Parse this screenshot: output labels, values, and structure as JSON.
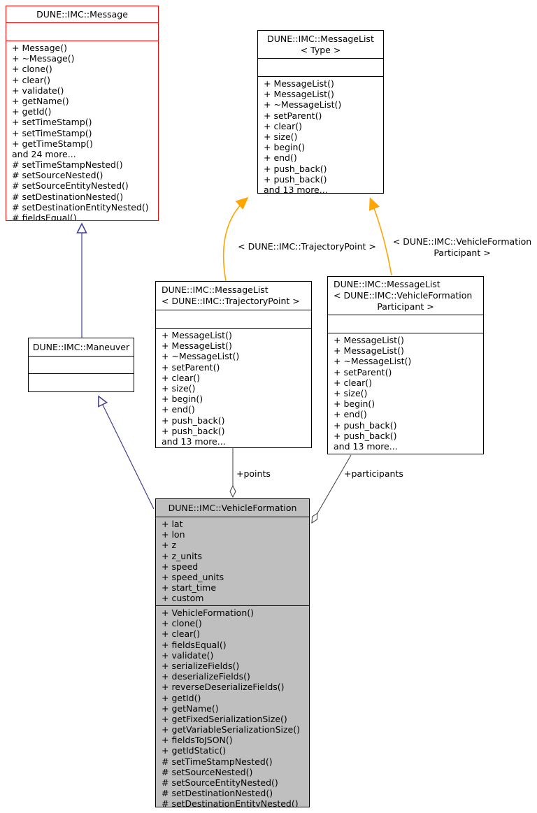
{
  "diagram": {
    "colors": {
      "inherit_edge": "#3f3f8f",
      "template_edge": "#ffa500",
      "aggregate_edge": "#3c3c3c",
      "node_border": "#000000",
      "highlight_node_border": "#ff0000",
      "node_fill": "#ffffff",
      "highlight_node_fill": "#bfbfbf"
    },
    "classes": {
      "message": {
        "title_lines": [
          "DUNE::IMC::Message"
        ],
        "attributes": [],
        "methods": [
          "+ Message()",
          "+ ~Message()",
          "+ clone()",
          "+ clear()",
          "+ validate()",
          "+ getName()",
          "+ getId()",
          "+ setTimeStamp()",
          "+ setTimeStamp()",
          "+ getTimeStamp()",
          "and 24 more...",
          "# setTimeStampNested()",
          "# setSourceNested()",
          "# setSourceEntityNested()",
          "# setDestinationNested()",
          "# setDestinationEntityNested()",
          "# fieldsEqual()"
        ]
      },
      "messagelist_type": {
        "title_lines": [
          "DUNE::IMC::MessageList",
          "< Type >"
        ],
        "attributes": [],
        "methods": [
          "+ MessageList()",
          "+ MessageList()",
          "+ ~MessageList()",
          "+ setParent()",
          "+ clear()",
          "+ size()",
          "+ begin()",
          "+ end()",
          "+ push_back()",
          "+ push_back()",
          "and 13 more..."
        ]
      },
      "messagelist_trajectorypoint": {
        "title_lines": [
          "DUNE::IMC::MessageList",
          "< DUNE::IMC::TrajectoryPoint >"
        ],
        "attributes": [],
        "methods": [
          "+ MessageList()",
          "+ MessageList()",
          "+ ~MessageList()",
          "+ setParent()",
          "+ clear()",
          "+ size()",
          "+ begin()",
          "+ end()",
          "+ push_back()",
          "+ push_back()",
          "and 13 more..."
        ]
      },
      "messagelist_vehicleformationparticipant": {
        "title_lines": [
          "DUNE::IMC::MessageList",
          "< DUNE::IMC::VehicleFormation",
          "Participant >"
        ],
        "attributes": [],
        "methods": [
          "+ MessageList()",
          "+ MessageList()",
          "+ ~MessageList()",
          "+ setParent()",
          "+ clear()",
          "+ size()",
          "+ begin()",
          "+ end()",
          "+ push_back()",
          "+ push_back()",
          "and 13 more..."
        ]
      },
      "maneuver": {
        "title_lines": [
          "DUNE::IMC::Maneuver"
        ],
        "attributes": [],
        "methods": []
      },
      "vehicleformation": {
        "title_lines": [
          "DUNE::IMC::VehicleFormation"
        ],
        "attributes": [
          "+ lat",
          "+ lon",
          "+ z",
          "+ z_units",
          "+ speed",
          "+ speed_units",
          "+ start_time",
          "+ custom"
        ],
        "methods": [
          "+ VehicleFormation()",
          "+ clone()",
          "+ clear()",
          "+ fieldsEqual()",
          "+ validate()",
          "+ serializeFields()",
          "+ deserializeFields()",
          "+ reverseDeserializeFields()",
          "+ getId()",
          "+ getName()",
          "+ getFixedSerializationSize()",
          "+ getVariableSerializationSize()",
          "+ fieldsToJSON()",
          "+ getIdStatic()",
          "# setTimeStampNested()",
          "# setSourceNested()",
          "# setSourceEntityNested()",
          "# setDestinationNested()",
          "# setDestinationEntityNested()"
        ]
      }
    },
    "edge_labels": {
      "points": "+points",
      "participants": "+participants",
      "template_trajectorypoint": "< DUNE::IMC::TrajectoryPoint >",
      "template_participant": "< DUNE::IMC::VehicleFormation\nParticipant >"
    }
  }
}
